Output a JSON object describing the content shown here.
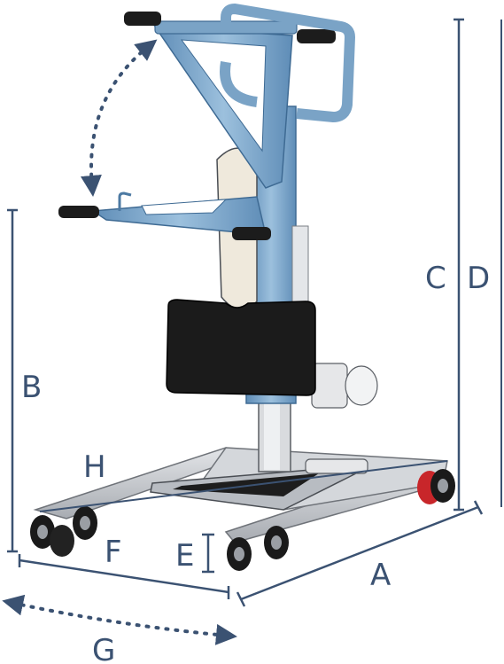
{
  "colors": {
    "dimension": "#3b5272",
    "frame_blue": "#7aa3c6",
    "frame_blue_dark": "#4d7aa3",
    "base_gray": "#c9ccd1",
    "base_gray_dark": "#8d9197",
    "black": "#151515",
    "wheel_red": "#c8262a"
  },
  "labels": {
    "A": "A",
    "B": "B",
    "C": "C",
    "D": "D",
    "E": "E",
    "F": "F",
    "G": "G",
    "H": "H"
  }
}
